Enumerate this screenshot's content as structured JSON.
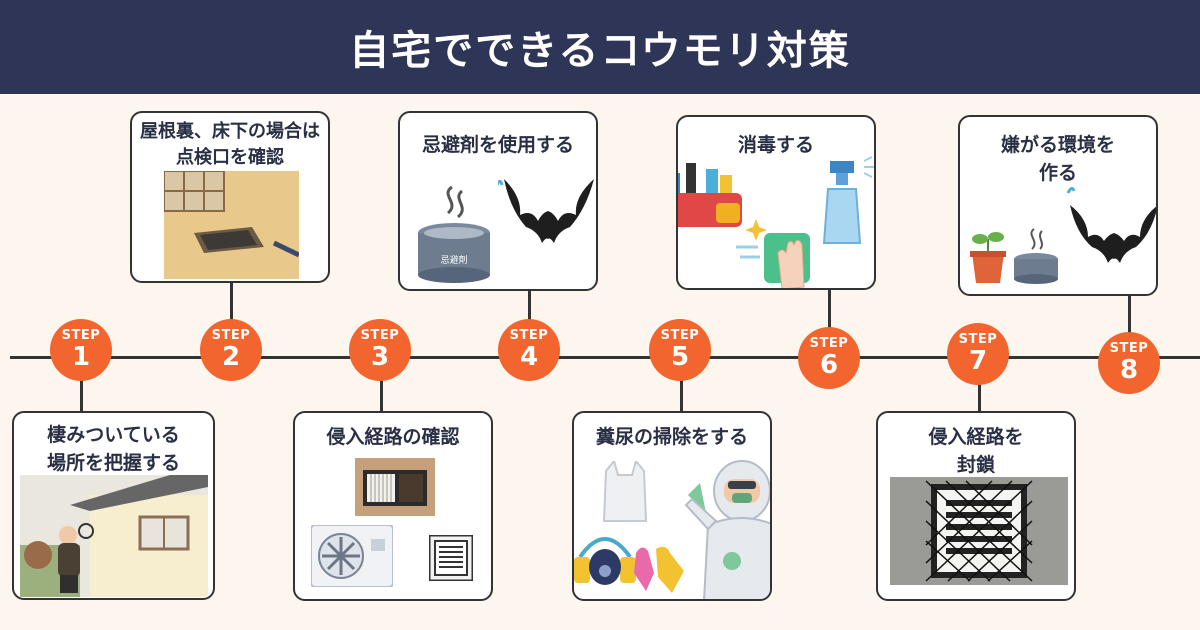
{
  "header": {
    "title": "自宅でできるコウモリ対策"
  },
  "step_label": "STEP",
  "steps": [
    {
      "num": "1",
      "title_lines": [
        "棲みついている",
        "場所を把握する"
      ]
    },
    {
      "num": "2",
      "title_lines": [
        "屋根裏、床下の場合は",
        "点検口を確認"
      ]
    },
    {
      "num": "3",
      "title_lines": [
        "侵入経路の確認"
      ]
    },
    {
      "num": "4",
      "title_lines": [
        "忌避剤を使用する"
      ]
    },
    {
      "num": "5",
      "title_lines": [
        "糞尿の掃除をする"
      ]
    },
    {
      "num": "6",
      "title_lines": [
        "消毒する"
      ]
    },
    {
      "num": "7",
      "title_lines": [
        "侵入経路を",
        "封鎖"
      ]
    },
    {
      "num": "8",
      "title_lines": [
        "嫌がる環境を",
        "作る"
      ]
    }
  ],
  "can_label": "忌避剤",
  "colors": {
    "header": "#2f3556",
    "accent": "#f2652e",
    "background": "#fdf6ee"
  }
}
